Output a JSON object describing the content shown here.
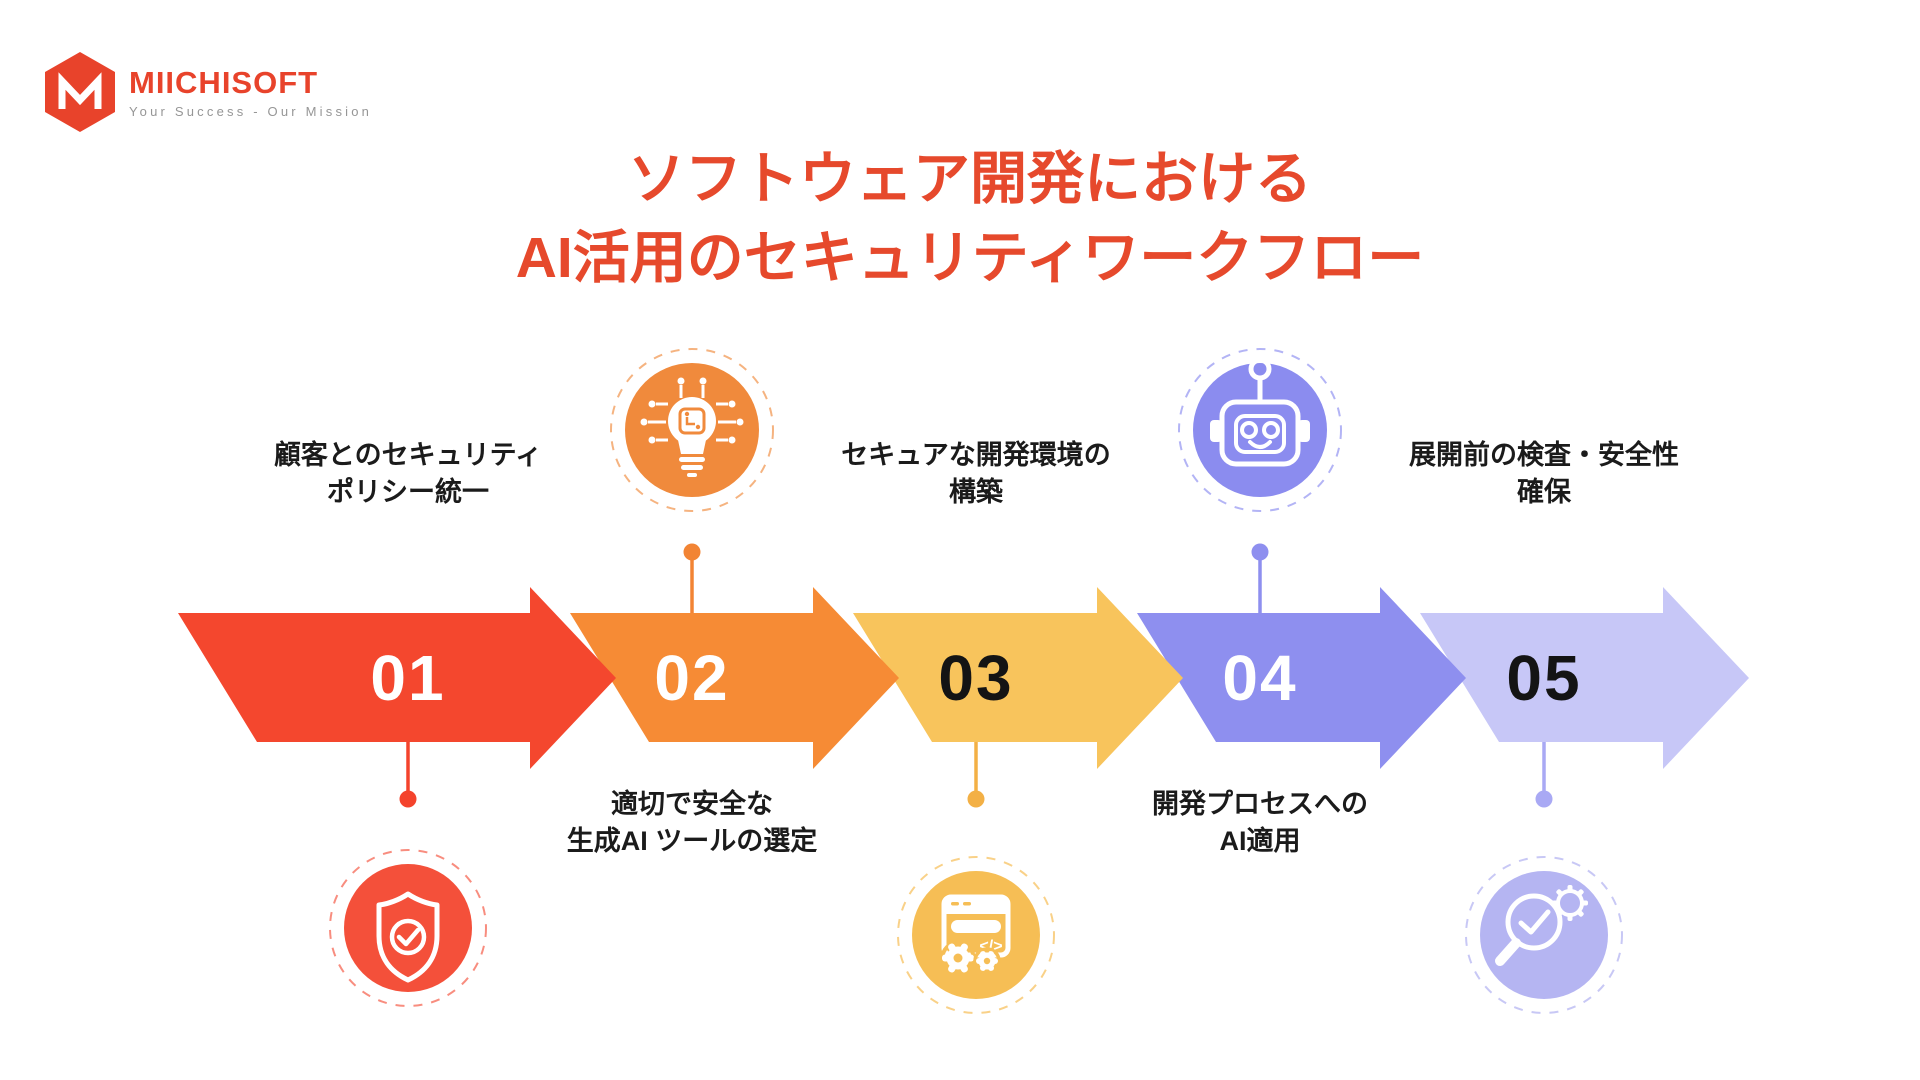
{
  "logo": {
    "company": "MIICHISOFT",
    "tagline": "Your Success - Our Mission",
    "brand_color": "#E8432B",
    "mark": "hexagon-m-logo"
  },
  "title": {
    "line1": "ソフトウェア開発における",
    "line2": "AI活用のセキュリティワークフロー",
    "color": "#E6492C"
  },
  "steps": [
    {
      "number": "01",
      "number_color": "#FFFFFF",
      "label_line1": "顧客とのセキュリティ",
      "label_line2": "ポリシー統一",
      "label_position": "above",
      "icon": "shield-check-icon",
      "icon_position": "below",
      "arrow_color": "#F4472E",
      "accent": "#F4432C",
      "icon_bg": "#F4503A"
    },
    {
      "number": "02",
      "number_color": "#FFFFFF",
      "label_line1": "適切で安全な",
      "label_line2": "生成AI ツールの選定",
      "label_position": "below",
      "icon": "ai-chip-lightbulb-icon",
      "icon_position": "above",
      "arrow_color": "#F68B35",
      "accent": "#F28434",
      "icon_bg": "#F08A3C"
    },
    {
      "number": "03",
      "number_color": "#161616",
      "label_line1": "セキュアな開発環境の",
      "label_line2": "構築",
      "label_position": "above",
      "icon": "browser-code-gears-icon",
      "icon_position": "below",
      "icon_code_text": "</>",
      "arrow_color": "#F8C45C",
      "accent": "#F3B045",
      "icon_bg": "#F6BE55"
    },
    {
      "number": "04",
      "number_color": "#FFFFFF",
      "label_line1": "開発プロセスへの",
      "label_line2": "AI適用",
      "label_position": "below",
      "icon": "robot-icon",
      "icon_position": "above",
      "arrow_color": "#8E8FEF",
      "accent": "#8E8FEF",
      "icon_bg": "#8B8CEF"
    },
    {
      "number": "05",
      "number_color": "#161616",
      "label_line1": "展開前の検査・安全性",
      "label_line2": "確保",
      "label_position": "above",
      "icon": "search-check-gear-icon",
      "icon_position": "below",
      "arrow_color": "#C7C7F7",
      "accent": "#A9A9F4",
      "icon_bg": "#B5B5F2"
    }
  ]
}
